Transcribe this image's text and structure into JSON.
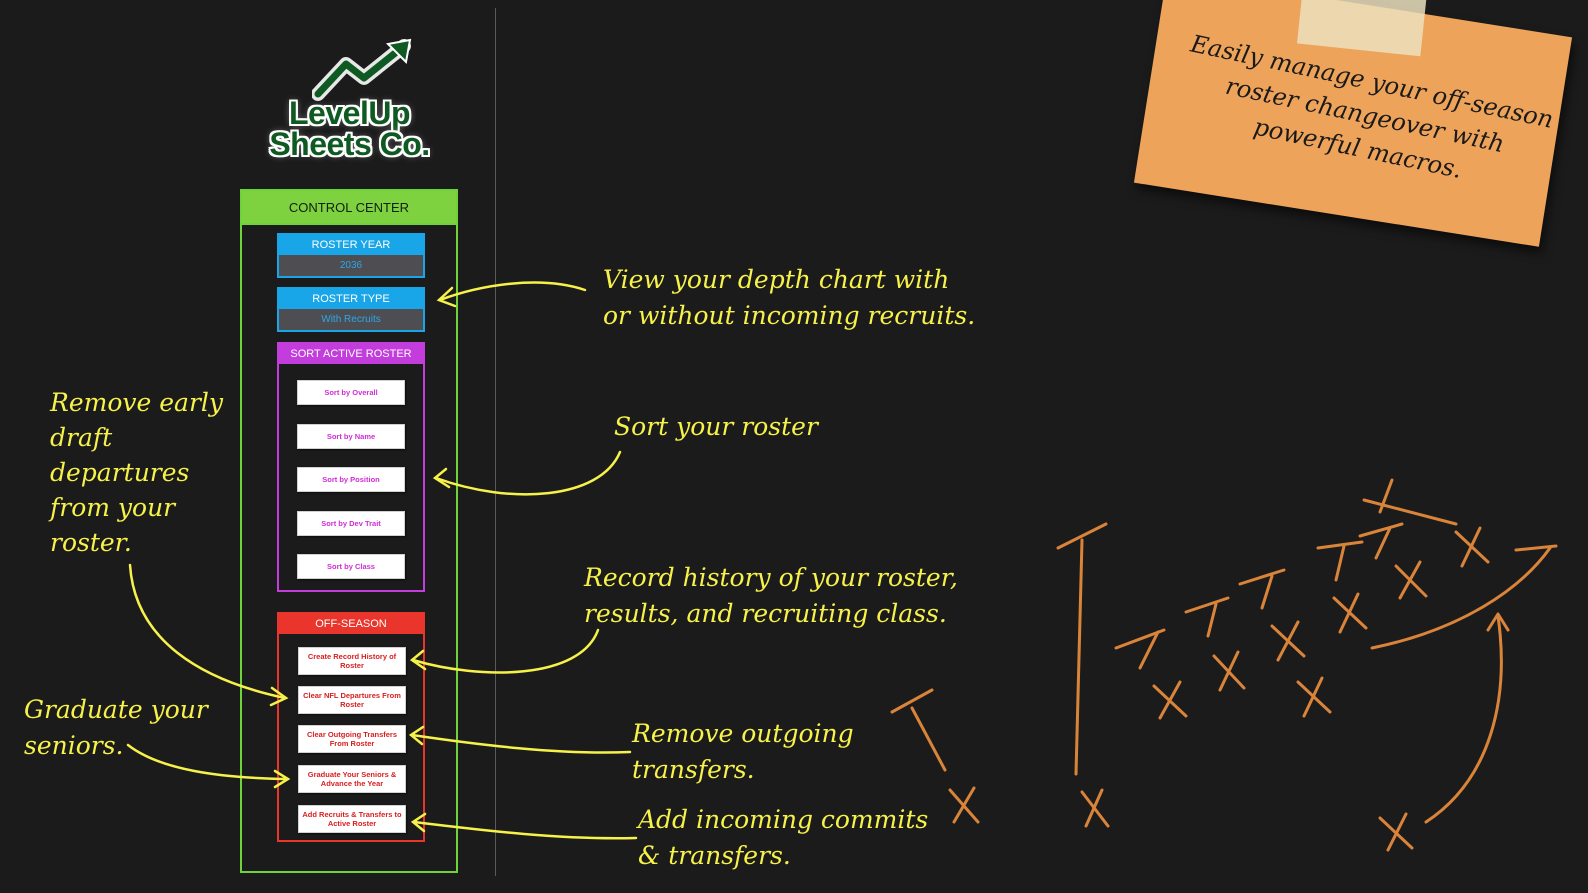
{
  "logo": {
    "line1": "LevelUp",
    "line2": "Sheets Co."
  },
  "control_center": {
    "title": "CONTROL CENTER",
    "roster_year": {
      "label": "ROSTER YEAR",
      "value": "2036"
    },
    "roster_type": {
      "label": "ROSTER TYPE",
      "value": "With Recruits"
    },
    "sort": {
      "title": "SORT ACTIVE ROSTER",
      "buttons": [
        "Sort by Overall",
        "Sort by Name",
        "Sort by Position",
        "Sort by Dev Trait",
        "Sort by Class"
      ]
    },
    "offseason": {
      "title": "OFF-SEASON",
      "buttons": [
        "Create Record History of Roster",
        "Clear NFL Departures From Roster",
        "Clear Outgoing Transfers From Roster",
        "Graduate Your Seniors & Advance the Year",
        "Add Recruits & Transfers to Active Roster"
      ]
    }
  },
  "annotations": {
    "depth_chart": [
      "View your depth chart with",
      "or without incoming recruits."
    ],
    "sort": [
      "Sort your roster"
    ],
    "record": [
      "Record history of your roster,",
      "results, and recruiting class."
    ],
    "outgoing": [
      "Remove outgoing",
      "transfers."
    ],
    "incoming": [
      "Add incoming commits",
      "& transfers."
    ],
    "draft": [
      "Remove early",
      "draft",
      "departures",
      "from your",
      "roster."
    ],
    "graduate": [
      "Graduate your",
      "seniors."
    ]
  },
  "sticky_note": [
    "Easily manage your off-season",
    "roster changeover with",
    "powerful macros."
  ],
  "colors": {
    "background": "#1b1b1c",
    "annotation": "#f7f24a",
    "play_marks": "#e58a3c",
    "control_green": "#7ed23f",
    "roster_blue": "#19a6e8",
    "sort_purple": "#c23ddb",
    "offseason_red": "#e9352b",
    "sticky": "#eea35a"
  }
}
